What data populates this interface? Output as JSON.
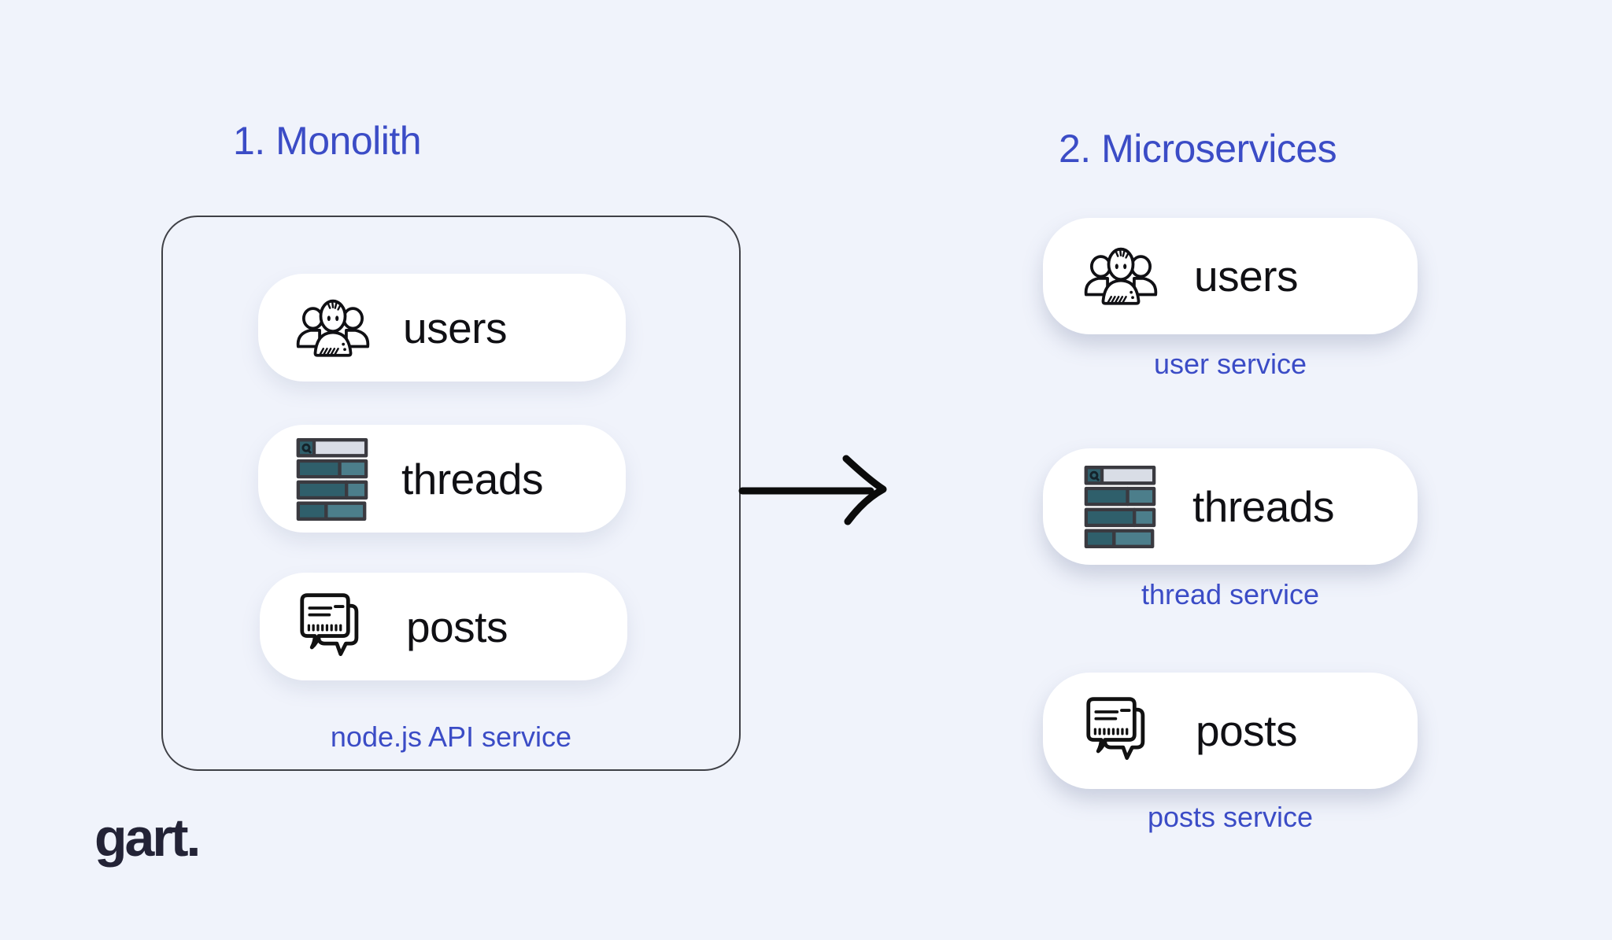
{
  "colors": {
    "background": "#F0F3FB",
    "accent_blue": "#3B4CC6",
    "card_white": "#FFFFFF",
    "ink_black": "#101014",
    "teal_dark": "#2F5F6B",
    "teal_light": "#4C7E8B",
    "search_field_gray": "#D9DDE6",
    "box_border": "#3F4046",
    "logo_ink": "#232336"
  },
  "monolith": {
    "title": "1. Monolith",
    "caption": "node.js API service",
    "modules": [
      {
        "label": "users",
        "icon": "users-icon"
      },
      {
        "label": "threads",
        "icon": "threads-icon"
      },
      {
        "label": "posts",
        "icon": "posts-icon"
      }
    ]
  },
  "arrow": {
    "icon": "arrow-right-icon"
  },
  "microservices": {
    "title": "2. Microservices",
    "services": [
      {
        "label": "users",
        "caption": "user service",
        "icon": "users-icon"
      },
      {
        "label": "threads",
        "caption": "thread service",
        "icon": "threads-icon"
      },
      {
        "label": "posts",
        "caption": "posts service",
        "icon": "posts-icon"
      }
    ]
  },
  "logo": {
    "text": "gart."
  }
}
